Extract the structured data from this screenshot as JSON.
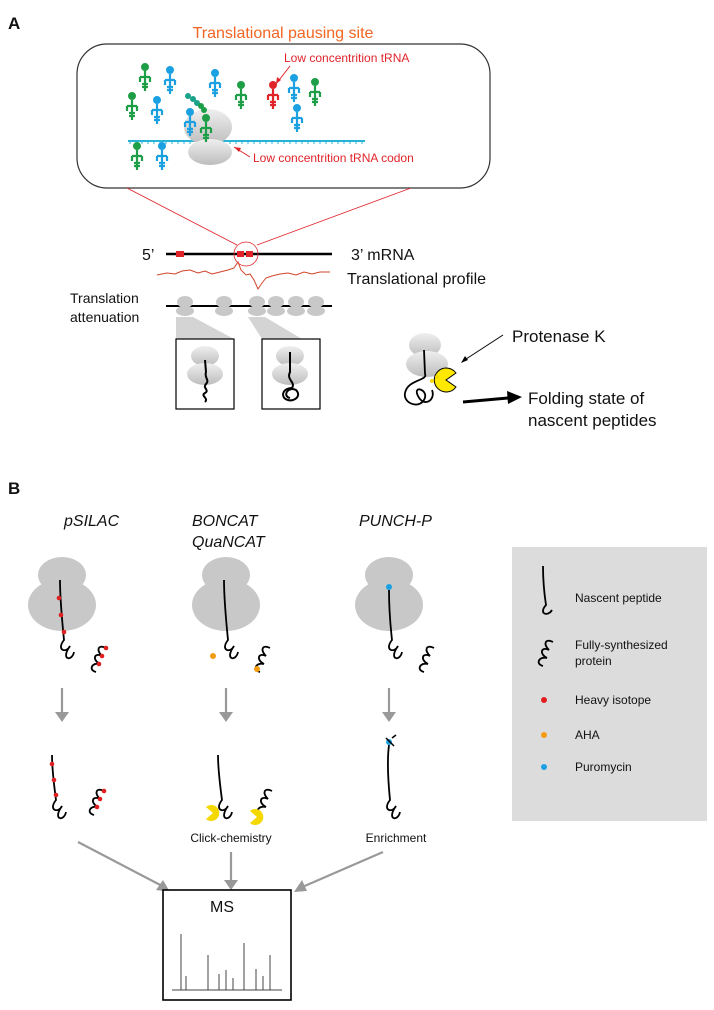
{
  "panel_a": {
    "label": "A",
    "inset": {
      "title": "Translational pausing site",
      "low_trna": "Low concentrition tRNA",
      "low_codon": "Low concentrition tRNA codon"
    },
    "mrna": {
      "five_prime": "5’",
      "three_prime": "3’ mRNA"
    },
    "profile_label": "Translational profile",
    "attenuation": {
      "line1": "Translation",
      "line2": "attenuation"
    },
    "protease": "Protenase K",
    "folding": {
      "line1": "Folding state of",
      "line2": "nascent peptides"
    }
  },
  "panel_b": {
    "label": "B",
    "methods": [
      {
        "name_line1": "pSILAC",
        "name_line2": "",
        "step": ""
      },
      {
        "name_line1": "BONCAT",
        "name_line2": "QuaNCAT",
        "step": "Click-chemistry"
      },
      {
        "name_line1": "PUNCH-P",
        "name_line2": "",
        "step": "Enrichment"
      }
    ],
    "legend": [
      {
        "label": "Nascent peptide",
        "symbol": "nascent-peptide"
      },
      {
        "label_line1": "Fully-synthesized",
        "label_line2": "protein",
        "symbol": "full-protein"
      },
      {
        "label": "Heavy isotope",
        "color": "#e02020"
      },
      {
        "label": "AHA",
        "color": "#f39c12"
      },
      {
        "label": "Puromycin",
        "color": "#1ba1e2"
      }
    ],
    "ms_label": "MS"
  },
  "colors": {
    "accent_orange": "#f26522",
    "alert_red": "#e0242a",
    "trna_green": "#1e9e46",
    "trna_blue": "#1ba1e2",
    "legend_bg": "#dcdcdc"
  }
}
